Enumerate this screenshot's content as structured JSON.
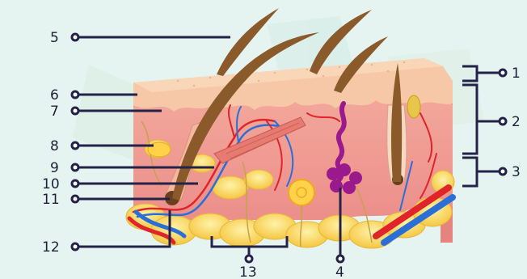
{
  "diagram": {
    "labels": {
      "n1": "1",
      "n2": "2",
      "n3": "3",
      "n4": "4",
      "n5": "5",
      "n6": "6",
      "n7": "7",
      "n8": "8",
      "n9": "9",
      "n10": "10",
      "n11": "11",
      "n12": "12",
      "n13": "13"
    }
  },
  "colors": {
    "background": "#e6f4f1",
    "epidermis": "#f6c6a6",
    "dermis": "#f29a91",
    "fat": "#ffd95a",
    "hair": "#8b5a2b",
    "artery": "#e0242a",
    "vein": "#2a6fd8",
    "sweat_gland": "#9a1a8e",
    "leader_line": "#23234a"
  }
}
